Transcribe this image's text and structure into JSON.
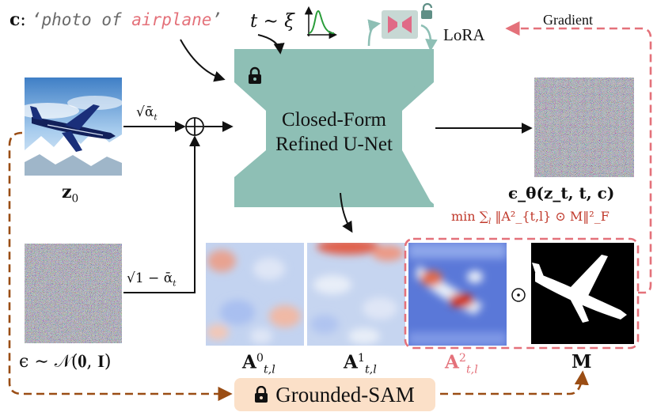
{
  "prompt": {
    "label": "c",
    "colon": ":",
    "open_quote": "‘",
    "text_before": "photo of ",
    "highlight": "airplane",
    "close_quote": "’"
  },
  "timestep": {
    "text": "t ∼ ξ"
  },
  "lora": {
    "label": "LoRA"
  },
  "gradient": {
    "label": "Gradient"
  },
  "unet": {
    "line1": "Closed-Form",
    "line2": "Refined U-Net"
  },
  "inputs": {
    "z0": {
      "symbol": "z",
      "sub": "0"
    },
    "sqrt_alpha": "√ᾱ",
    "sqrt_alpha_sub": "t",
    "sqrt_one_minus": "√1 − ᾱ",
    "sqrt_one_minus_sub": "t",
    "epsilon": "ϵ ∼ 𝒩(𝟎, 𝐈)"
  },
  "output": {
    "label": "ϵ_θ(z_t, t, c)"
  },
  "loss": {
    "min": "min",
    "sum": "∑",
    "sum_sub": "l",
    "body": "‖A²_{t,l} ⊙ M‖²_F"
  },
  "attention_maps": [
    {
      "label": "A",
      "sup": "0",
      "sub": "t,l"
    },
    {
      "label": "A",
      "sup": "1",
      "sub": "t,l"
    },
    {
      "label": "A",
      "sup": "2",
      "sub": "t,l"
    }
  ],
  "mask": {
    "label": "M"
  },
  "odot": "⊙",
  "sam": {
    "label": "Grounded-SAM"
  },
  "colors": {
    "unet_fill": "#8ebfb5",
    "red_dash": "#e4717a",
    "brown_dash": "#9a4d14",
    "sam_fill": "#fbe0c8",
    "lora_fill": "#e06a86"
  },
  "icons": [
    "lock-icon",
    "unlock-icon",
    "plus-circle-icon",
    "distribution-plot-icon",
    "airplane-photo",
    "noise-image",
    "attention-heatmap",
    "mask-image"
  ]
}
